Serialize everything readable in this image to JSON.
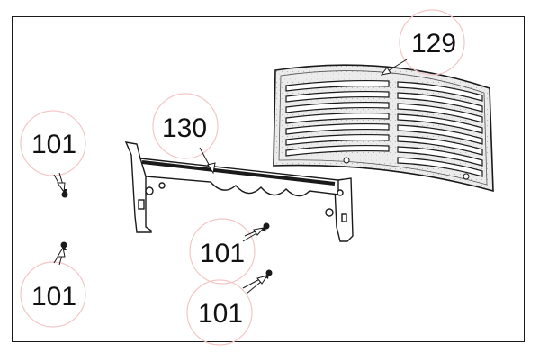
{
  "diagram": {
    "colors": {
      "outline": "#1a1a1a",
      "callout_circle": "#f3c7c7",
      "part_fill": "#ffffff",
      "grille_fill": "#e6e6e6"
    },
    "parts": [
      {
        "id": "grille",
        "label": "129"
      },
      {
        "id": "bracket",
        "label": "130"
      },
      {
        "id": "screw-a",
        "label": "101"
      },
      {
        "id": "screw-b",
        "label": "101"
      },
      {
        "id": "screw-c",
        "label": "101"
      },
      {
        "id": "screw-d",
        "label": "101"
      }
    ]
  }
}
